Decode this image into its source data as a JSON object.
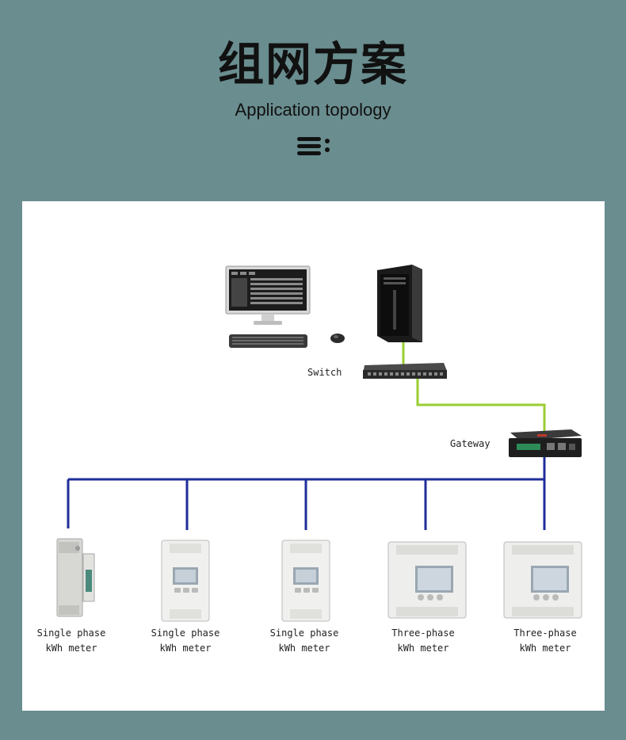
{
  "header": {
    "title": "组网方案",
    "subtitle": "Application topology",
    "icon": "menu-list-icon"
  },
  "diagram": {
    "switch_label": "Switch",
    "gateway_label": "Gateway",
    "ethernet_color": "#9acd32",
    "bus_color": "#1f2e9a",
    "meters": [
      {
        "line1": "Single phase",
        "line2": "kWh meter"
      },
      {
        "line1": "Single phase",
        "line2": "kWh meter"
      },
      {
        "line1": "Single phase",
        "line2": "kWh meter"
      },
      {
        "line1": "Three-phase",
        "line2": "kWh meter"
      },
      {
        "line1": "Three-phase",
        "line2": "kWh meter"
      }
    ]
  }
}
